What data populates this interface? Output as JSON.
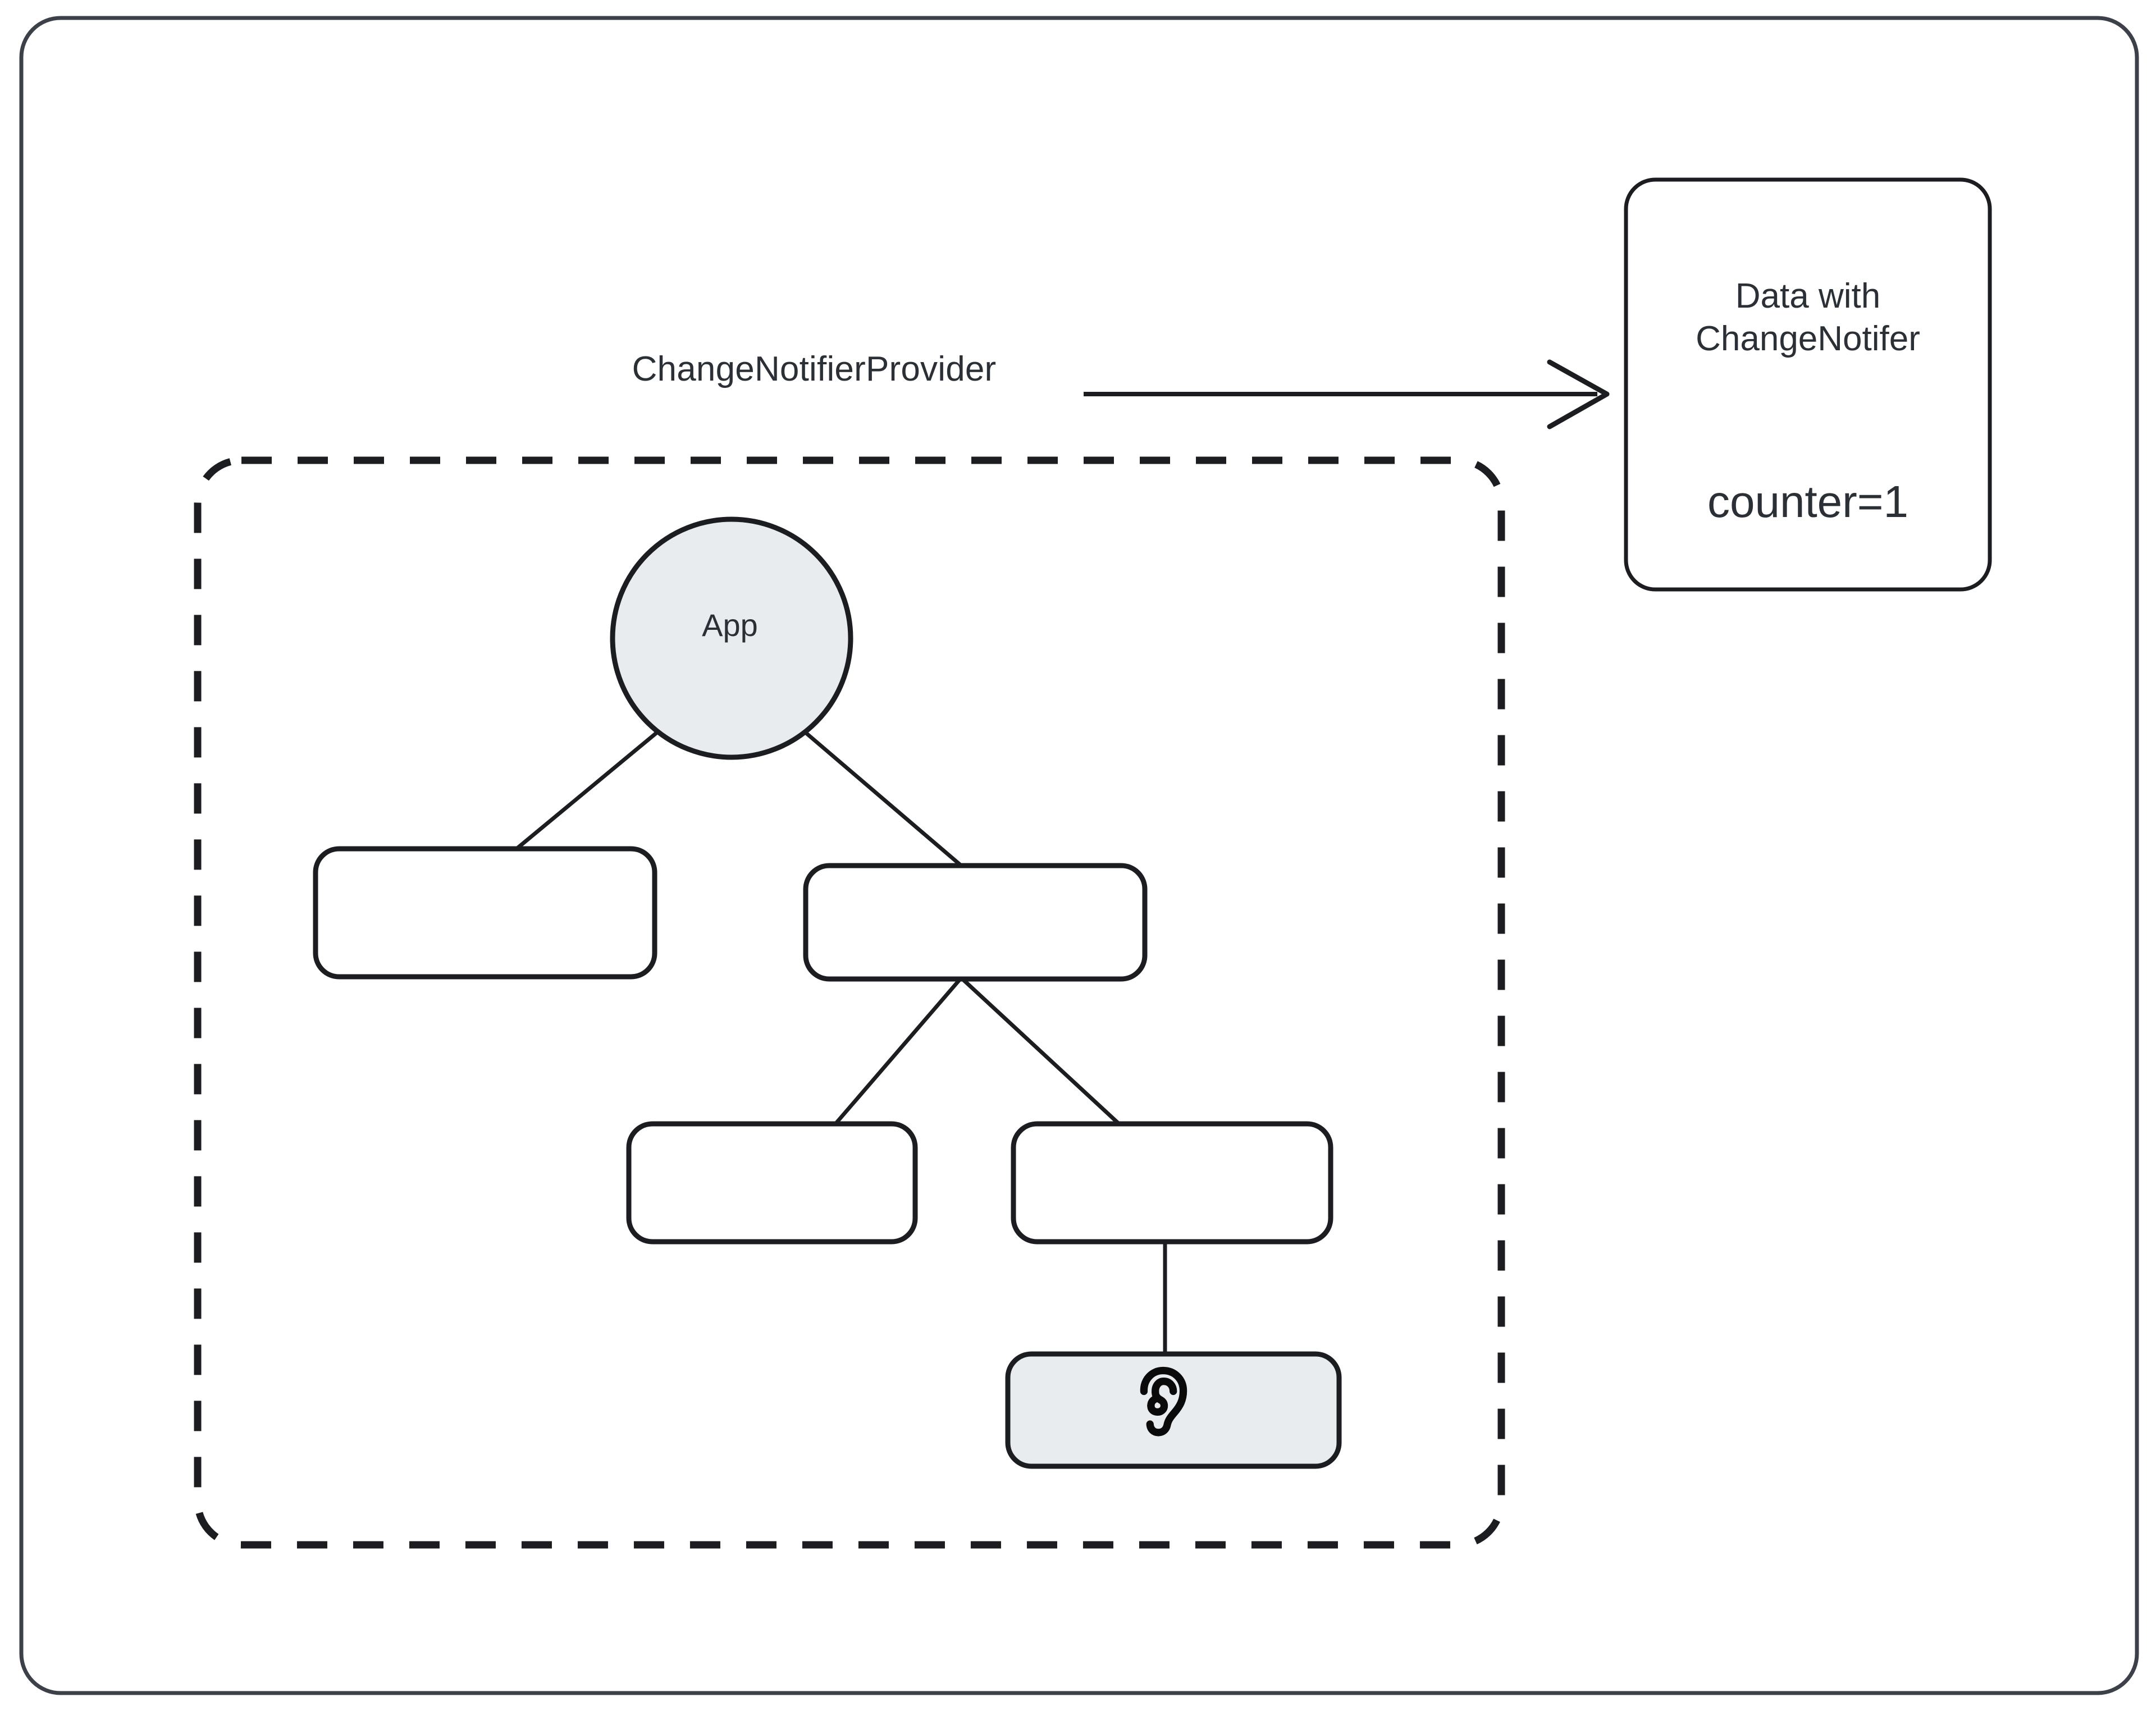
{
  "diagram": {
    "title": "ChangeNotifierProvider widget tree diagram",
    "colors": {
      "stroke": "#1b1d21",
      "frame_stroke": "#3b4049",
      "node_fill_gray": "#e8ecef",
      "node_fill_white": "#ffffff",
      "text": "#2b2f36",
      "background": "#ffffff"
    }
  },
  "frame": {
    "name": "outer-frame"
  },
  "provider": {
    "label": "ChangeNotifierProvider",
    "arrow_name": "provider-arrow"
  },
  "data_box": {
    "title": "Data with\nChangeNotifer",
    "counter": "counter=1"
  },
  "scope": {
    "name": "provider-scope",
    "border_style": "dashed"
  },
  "tree": {
    "root": {
      "id": "app",
      "label": "App",
      "shape": "circle",
      "fill": "#e8ecef"
    },
    "nodes": [
      {
        "id": "child-left",
        "label": "",
        "shape": "rounded-rect",
        "fill": "#ffffff",
        "level": 1
      },
      {
        "id": "child-right",
        "label": "",
        "shape": "rounded-rect",
        "fill": "#ffffff",
        "level": 1
      },
      {
        "id": "grandchild-left",
        "label": "",
        "shape": "rounded-rect",
        "fill": "#ffffff",
        "level": 2
      },
      {
        "id": "grandchild-right",
        "label": "",
        "shape": "rounded-rect",
        "fill": "#ffffff",
        "level": 2
      },
      {
        "id": "listener",
        "label": "",
        "shape": "rounded-rect",
        "fill": "#e8ecef",
        "level": 3,
        "icon": "ear-icon"
      }
    ],
    "edges": [
      {
        "from": "app",
        "to": "child-left"
      },
      {
        "from": "app",
        "to": "child-right"
      },
      {
        "from": "child-right",
        "to": "grandchild-left"
      },
      {
        "from": "child-right",
        "to": "grandchild-right"
      },
      {
        "from": "grandchild-right",
        "to": "listener"
      }
    ]
  },
  "icons": {
    "ear": "ear-icon"
  }
}
